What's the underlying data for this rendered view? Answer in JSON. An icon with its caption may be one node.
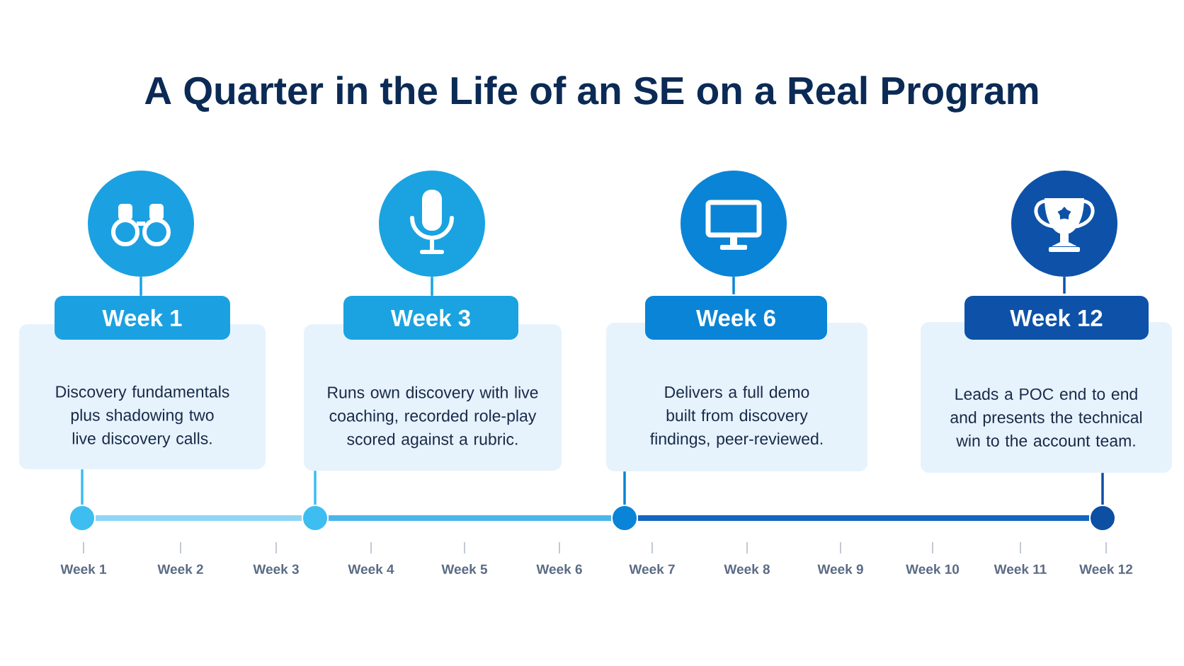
{
  "diagram": {
    "title": "A Quarter in the Life of an SE on a Real Program",
    "nodes": [
      {
        "text": [],
        "shape": "circle"
      },
      {
        "text": [],
        "shape": "circle"
      },
      {
        "text": [],
        "shape": "circle"
      },
      {
        "text": [],
        "shape": "circle"
      },
      {
        "text": [
          "Week 1",
          "Discovery fundamentals plus shadowing two live discovery calls."
        ]
      },
      {
        "text": [
          "Week 3",
          "Runs own discovery with live coaching, recorded role-play scored against a rubric."
        ]
      },
      {
        "text": [
          "Week 6",
          "Delivers a full demo built from discovery findings, peer-reviewed."
        ]
      },
      {
        "text": [
          "Week 12",
          "Leads a POC end to end and presents the technical win to the account team."
        ]
      },
      {
        "text": [],
        "shape": "circle"
      },
      {
        "text": [],
        "shape": "circle"
      },
      {
        "text": [],
        "shape": "circle"
      },
      {
        "text": [],
        "shape": "circle"
      }
    ],
    "edges": [
      {
        "from": 0,
        "to": 4,
        "arrow": "none"
      },
      {
        "from": 1,
        "to": 5,
        "arrow": "none"
      },
      {
        "from": 2,
        "to": 6,
        "arrow": "none"
      },
      {
        "from": 3,
        "to": 7,
        "arrow": "none"
      },
      {
        "from": 4,
        "to": 8,
        "arrow": "none"
      },
      {
        "from": 5,
        "to": 9,
        "arrow": "none"
      },
      {
        "from": 6,
        "to": 10,
        "arrow": "none"
      },
      {
        "from": 7,
        "to": 11,
        "arrow": "none"
      },
      {
        "from": 8,
        "to": 9,
        "arrow": "none",
        "style": "thick",
        "color": "#8fd6f6"
      },
      {
        "from": 9,
        "to": 10,
        "arrow": "none",
        "style": "thick",
        "color": "#4ab6ec"
      },
      {
        "from": 10,
        "to": 11,
        "arrow": "none",
        "style": "thick",
        "color": "#1466c0"
      }
    ],
    "labels": [
      "Week 1",
      "Week 2",
      "Week 3",
      "Week 4",
      "Week 5",
      "Week 6",
      "Week 7",
      "Week 8",
      "Week 9",
      "Week 10",
      "Week 11",
      "Week 12"
    ]
  }
}
